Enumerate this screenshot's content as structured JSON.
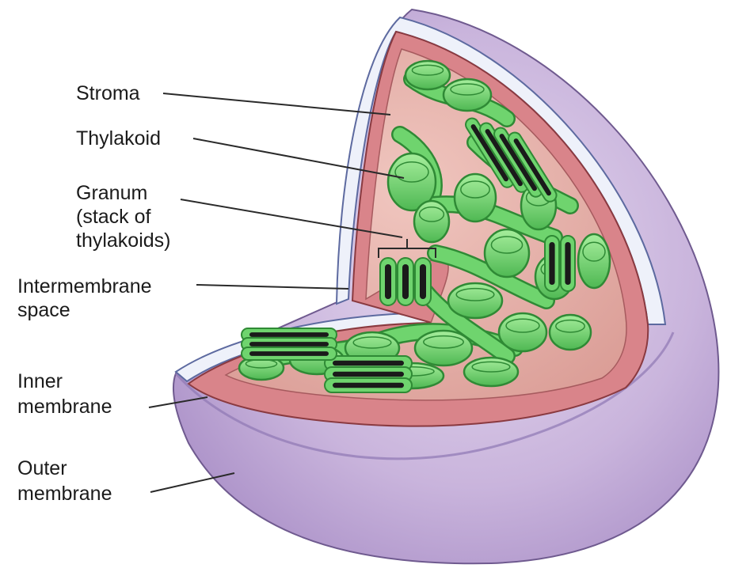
{
  "diagram": {
    "labels": {
      "stroma": [
        "Stroma"
      ],
      "thylakoid": [
        "Thylakoid"
      ],
      "granum": [
        "Granum",
        "(stack of",
        "thylakoids)"
      ],
      "intermembrane": [
        "Intermembrane",
        "space"
      ],
      "inner_membrane": [
        "Inner",
        "membrane"
      ],
      "outer_membrane": [
        "Outer",
        "membrane"
      ]
    }
  },
  "colors": {
    "outer_membrane": "#c9b4dc",
    "outer_membrane_shade": "#9f83c0",
    "intermembrane_space": "#eef1fa",
    "inner_membrane": "#d9848a",
    "stroma": "#e8b4ad",
    "thylakoid": "#6fd46e",
    "thylakoid_dark": "#2f8a35",
    "stack_gap": "#1a1a1a",
    "leader_line": "#2a2a2a"
  }
}
